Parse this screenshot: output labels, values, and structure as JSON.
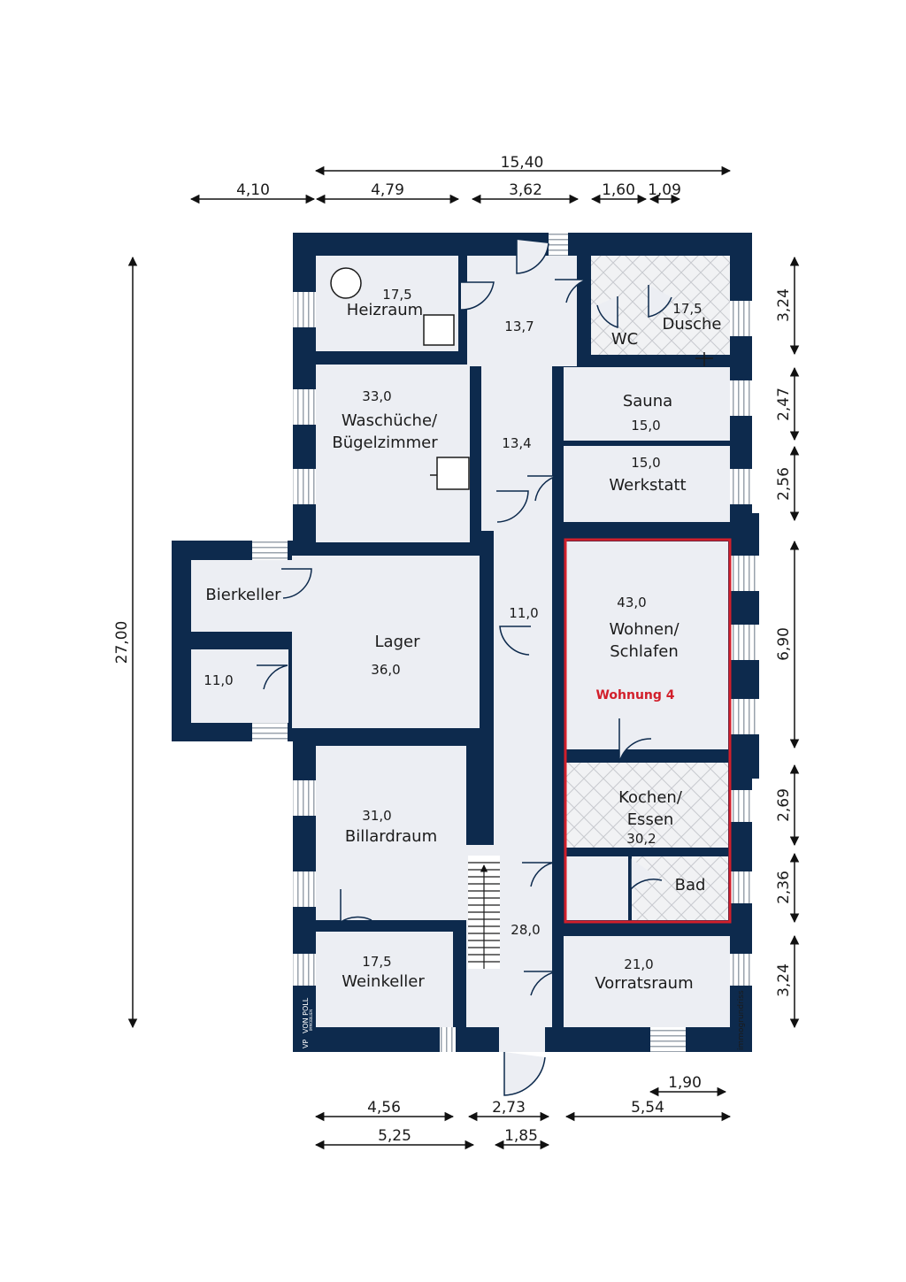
{
  "rooms": {
    "heizraum": {
      "name": "Heizraum",
      "area": "17,5"
    },
    "flur_1": {
      "area": "13,7"
    },
    "wc": {
      "name": "WC"
    },
    "dusche": {
      "name": "Dusche",
      "area": "17,5"
    },
    "waschkueche": {
      "name_1": "Waschüche/",
      "name_2": "Bügelzimmer",
      "area": "33,0"
    },
    "flur_2": {
      "area": "13,4"
    },
    "sauna": {
      "name": "Sauna",
      "area": "15,0"
    },
    "werkstatt": {
      "name": "Werkstatt",
      "area": "15,0"
    },
    "bierkeller": {
      "name": "Bierkeller"
    },
    "raum_klein": {
      "area": "11,0"
    },
    "lager": {
      "name": "Lager",
      "area": "36,0"
    },
    "flur_3": {
      "area": "11,0"
    },
    "wohnen": {
      "name_1": "Wohnen/",
      "name_2": "Schlafen",
      "area": "43,0"
    },
    "kochen": {
      "name_1": "Kochen/",
      "name_2": "Essen",
      "area": "30,2"
    },
    "bad": {
      "name": "Bad"
    },
    "billardraum": {
      "name": "Billardraum",
      "area": "31,0"
    },
    "flur_4": {
      "area": "28,0"
    },
    "weinkeller": {
      "name": "Weinkeller",
      "area": "17,5"
    },
    "vorratsraum": {
      "name": "Vorratsraum",
      "area": "21,0"
    }
  },
  "unit_label": "Wohnung 4",
  "dimensions": {
    "top_total": "15,40",
    "top": [
      "4,10",
      "4,79",
      "3,62",
      "1,60",
      "1,09"
    ],
    "left_total": "27,00",
    "right": [
      "3,24",
      "2,47",
      "2,56",
      "6,90",
      "2,69",
      "2,36",
      "3,24"
    ],
    "bottom_row1": [
      "4,56",
      "2,73",
      "5,54"
    ],
    "bottom_extra": "1,90",
    "bottom_row2": [
      "5,25",
      "1,85"
    ]
  },
  "branding": {
    "logo": "VP",
    "company": "VON POLL",
    "subtitle": "IMMOBILIEN",
    "watermark": "immogrundriss"
  },
  "colors": {
    "wall": "#0d2a4d",
    "floor": "#eceef3",
    "unit_outline": "#d21f2b",
    "unit_label": "#d21f2b"
  }
}
